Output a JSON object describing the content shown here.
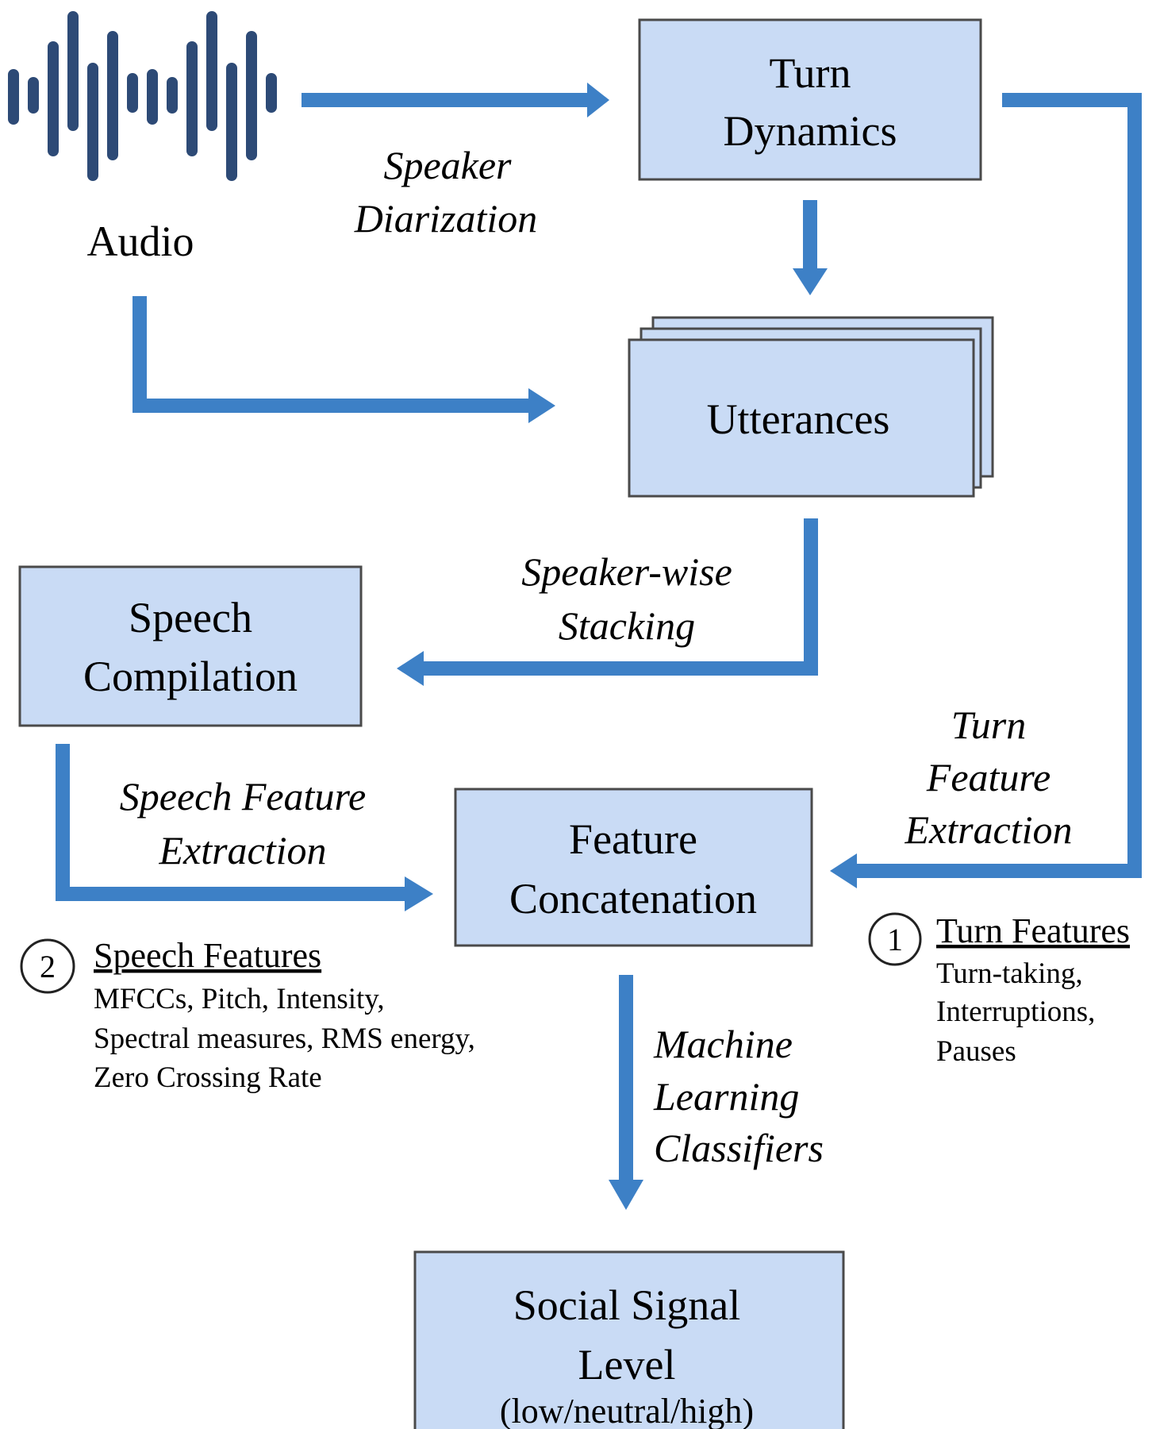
{
  "diagram": {
    "audio": {
      "label": "Audio",
      "icon": "audio-waveform-icon"
    },
    "nodes": {
      "turn_dynamics": [
        "Turn",
        "Dynamics"
      ],
      "utterances": [
        "Utterances"
      ],
      "speech_compilation": [
        "Speech",
        "Compilation"
      ],
      "feature_concatenation": [
        "Feature",
        "Concatenation"
      ],
      "social_signal": [
        "Social Signal",
        "Level",
        "(low/neutral/high)"
      ]
    },
    "edges": {
      "speaker_diarization": [
        "Speaker",
        "Diarization"
      ],
      "speaker_wise_stacking": [
        "Speaker-wise",
        "Stacking"
      ],
      "turn_feature_extraction": [
        "Turn",
        "Feature",
        "Extraction"
      ],
      "speech_feature_extraction": [
        "Speech Feature",
        "Extraction"
      ],
      "ml_classifiers": [
        "Machine",
        "Learning",
        "Classifiers"
      ]
    },
    "turn_features": {
      "number": "1",
      "title": "Turn Features",
      "items": [
        "Turn-taking,",
        "Interruptions,",
        "Pauses"
      ]
    },
    "speech_features": {
      "number": "2",
      "title": "Speech Features",
      "items": [
        "MFCCs, Pitch, Intensity,",
        "Spectral measures, RMS energy,",
        "Zero Crossing Rate"
      ]
    },
    "colors": {
      "arrow": "#3d80c6",
      "box_fill": "#c9dbf5",
      "waveform": "#2d4a76"
    }
  }
}
